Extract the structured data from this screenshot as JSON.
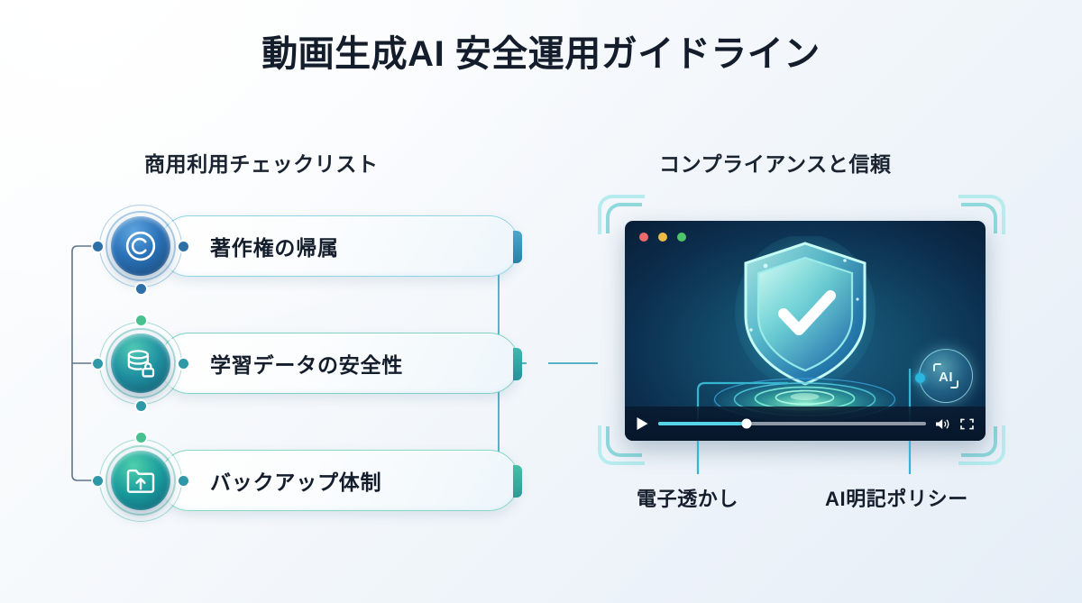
{
  "title": "動画生成AI 安全運用ガイドライン",
  "sections": {
    "left_heading": "商用利用チェックリスト",
    "right_heading": "コンプライアンスと信頼"
  },
  "checklist": {
    "items": [
      {
        "label": "著作権の帰属",
        "icon": "copyright-icon",
        "accent": "#2a72b8"
      },
      {
        "label": "学習データの安全性",
        "icon": "database-lock-icon",
        "accent": "#1f8fa0"
      },
      {
        "label": "バックアップ体制",
        "icon": "folder-upload-icon",
        "accent": "#199c9c"
      }
    ]
  },
  "video": {
    "window_dots": [
      {
        "name": "close-dot",
        "color": "#ef6b6b"
      },
      {
        "name": "minimize-dot",
        "color": "#f0ba4a"
      },
      {
        "name": "maximize-dot",
        "color": "#4fc46a"
      }
    ],
    "screen_icon": "shield-check-icon",
    "ai_badge_text": "AI",
    "controls": {
      "play": "play-icon",
      "progress_percent": 33,
      "volume": "volume-icon",
      "fullscreen": "fullscreen-icon",
      "progress_fill_color": "#57d2e6"
    }
  },
  "callouts": [
    {
      "label": "電子透かし"
    },
    {
      "label": "AI明記ポリシー"
    }
  ],
  "colors": {
    "title": "#141d2b",
    "accent_cyan": "#57d2e6",
    "accent_blue": "#2a72b8",
    "accent_teal": "#1f8fa0",
    "accent_green": "#199c9c",
    "screen_dark": "#081d35",
    "frame_mint": "#b6ecee"
  }
}
